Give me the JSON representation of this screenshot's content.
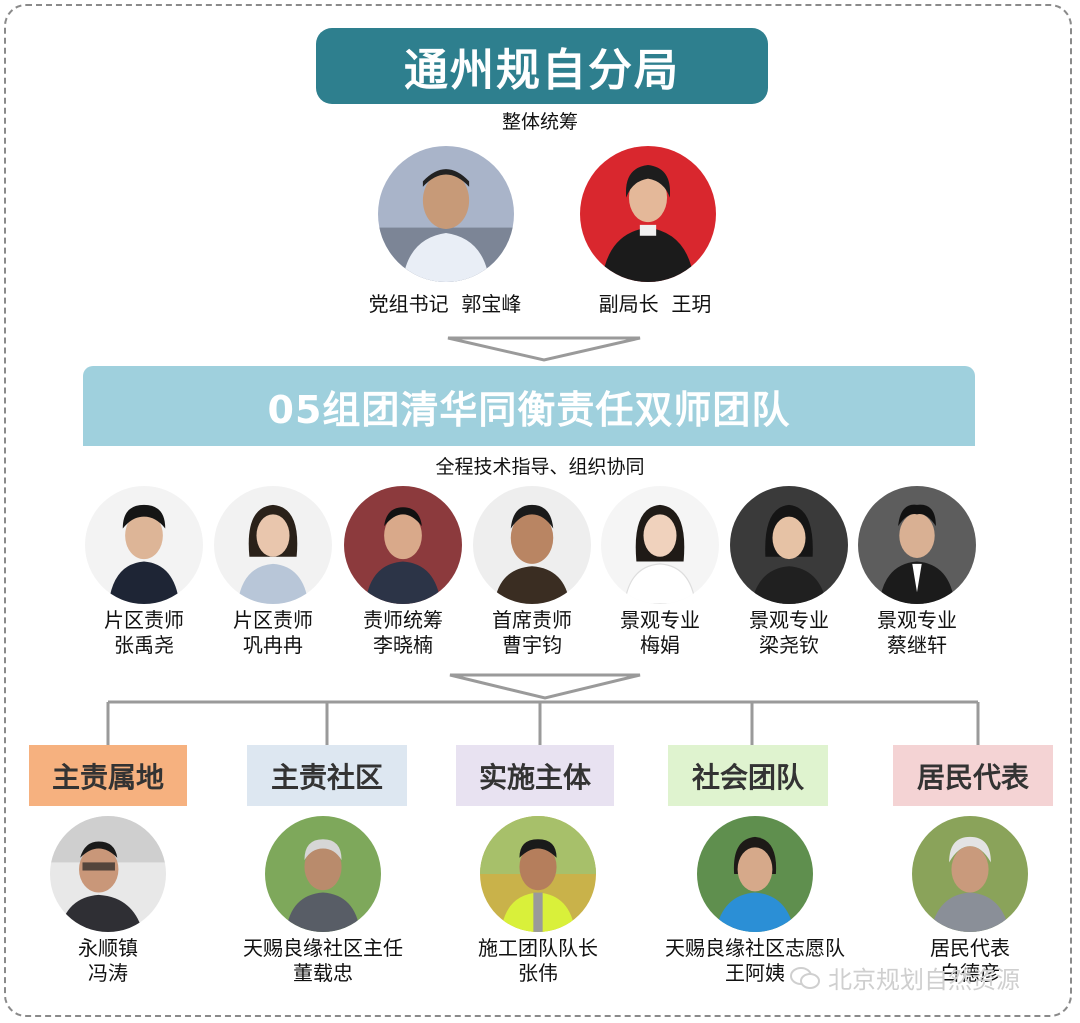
{
  "top": {
    "title": "通州规自分局",
    "caption": "整体统筹"
  },
  "leaders": [
    {
      "role": "党组书记",
      "name": "郭宝峰"
    },
    {
      "role": "副局长",
      "name": "王玥"
    }
  ],
  "team": {
    "title": "05组团清华同衡责任双师团队",
    "caption": "全程技术指导、组织协同"
  },
  "members": [
    {
      "role": "片区责师",
      "name": "张禹尧"
    },
    {
      "role": "片区责师",
      "name": "巩冉冉"
    },
    {
      "role": "责师统筹",
      "name": "李晓楠"
    },
    {
      "role": "首席责师",
      "name": "曹宇钧"
    },
    {
      "role": "景观专业",
      "name": "梅娟"
    },
    {
      "role": "景观专业",
      "name": "梁尧钦"
    },
    {
      "role": "景观专业",
      "name": "蔡继轩"
    }
  ],
  "categories": [
    {
      "label": "主责属地",
      "color": "#f6b17f",
      "person_role": "永顺镇",
      "person_name": "冯涛"
    },
    {
      "label": "主责社区",
      "color": "#dde7f1",
      "person_role": "天赐良缘社区主任",
      "person_name": "董载忠"
    },
    {
      "label": "实施主体",
      "color": "#e8e2f1",
      "person_role": "施工团队队长",
      "person_name": "张伟"
    },
    {
      "label": "社会团队",
      "color": "#dff3cf",
      "person_role": "天赐良缘社区志愿队",
      "person_name": "王阿姨"
    },
    {
      "label": "居民代表",
      "color": "#f4d3d4",
      "person_role": "居民代表",
      "person_name": "白德彦"
    }
  ],
  "watermark": "北京规划自然资源",
  "icons": [
    "person-photo",
    "down-arrow",
    "wechat-icon"
  ]
}
